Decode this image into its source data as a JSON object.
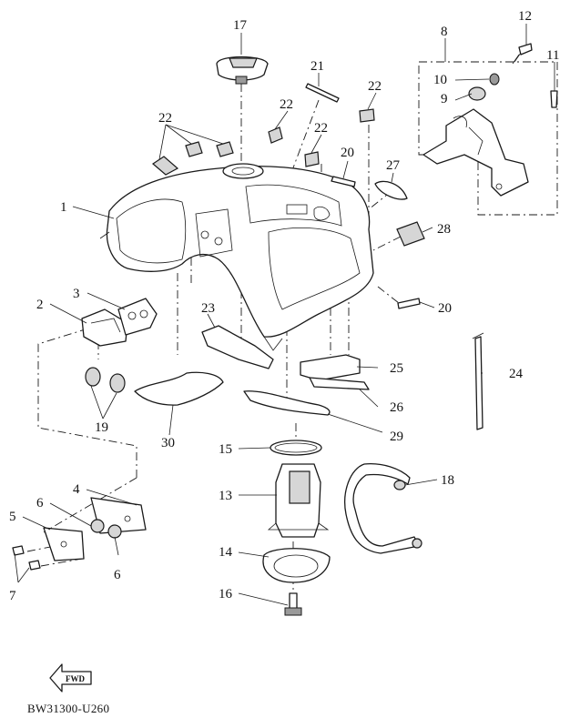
{
  "diagram": {
    "drawing_code": "BW31300-U260",
    "fwd_label": "FWD",
    "callouts": [
      "1",
      "2",
      "3",
      "4",
      "5",
      "6",
      "6",
      "7",
      "8",
      "9",
      "10",
      "11",
      "12",
      "13",
      "14",
      "15",
      "16",
      "17",
      "18",
      "19",
      "20",
      "20",
      "21",
      "22",
      "22",
      "22",
      "22",
      "22",
      "23",
      "24",
      "25",
      "26",
      "27",
      "28",
      "29",
      "30"
    ]
  }
}
